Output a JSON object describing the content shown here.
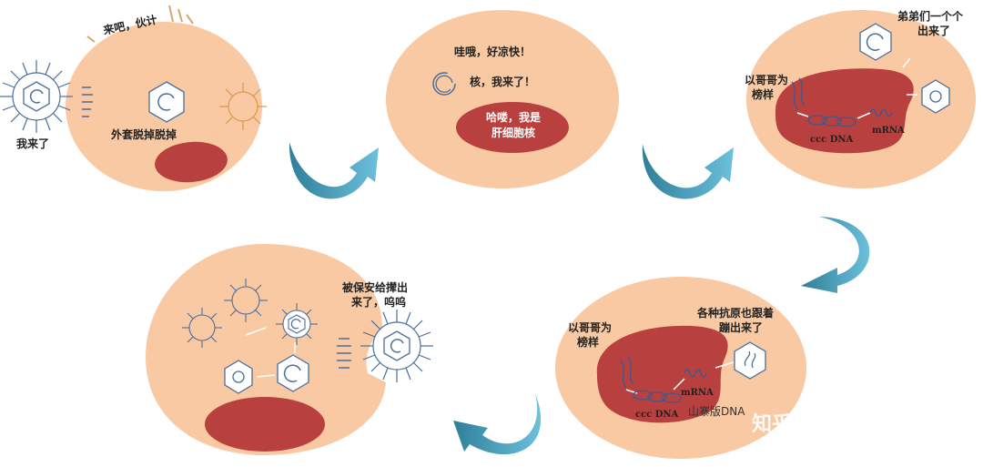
{
  "colors": {
    "cell": "#f8c9a2",
    "nucleus": "#b8403f",
    "arrow_light": "#5ab0cf",
    "arrow_dark": "#2f7f99",
    "virus_line": "#4a6f99",
    "dna": "#3c5a91"
  },
  "panel1": {
    "virus_label": "我来了",
    "greeting": "来吧，伙计",
    "shed_label": "外套脱掉脱掉"
  },
  "panel2": {
    "cool_line": "哇哦，好凉快！",
    "nucleus_arrive": "核，我来了！",
    "nucleus_line1": "哈喽，我是",
    "nucleus_line2": "肝细胞核"
  },
  "panel3": {
    "model_line1": "以哥哥为",
    "model_line2": "榜样",
    "brothers_line1": "弟弟们一个个",
    "brothers_line2": "出来了",
    "cccdna": "ccc DNA",
    "mrna": "mRNA"
  },
  "panel4": {
    "model_line1": "以哥哥为",
    "model_line2": "榜样",
    "antigen_line1": "各种抗原也跟着",
    "antigen_line2": "蹦出来了",
    "cccdna": "ccc DNA",
    "mrna": "mRNA",
    "fake_dna": "山寨版DNA"
  },
  "panel5": {
    "exit_line1": "被保安给撵出",
    "exit_line2": "来了，呜呜"
  },
  "watermark": "知乎 @派来帮您",
  "icons": [
    "virus-icon",
    "hexagon-capsid-icon",
    "circular-dna-icon",
    "curved-arrow-icon",
    "speed-lines-icon"
  ]
}
